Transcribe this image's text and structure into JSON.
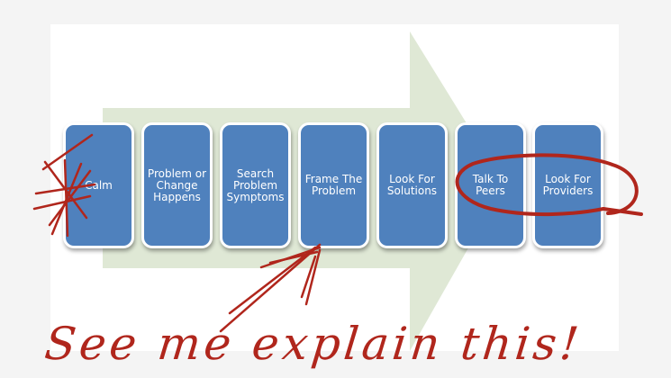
{
  "diagram": {
    "steps": [
      {
        "label": "Calm"
      },
      {
        "label": "Problem or\nChange\nHappens"
      },
      {
        "label": "Search\nProblem\nSymptoms"
      },
      {
        "label": "Frame The\nProblem"
      },
      {
        "label": "Look For\nSolutions"
      },
      {
        "label": "Talk To\nPeers"
      },
      {
        "label": "Look For\nProviders"
      }
    ],
    "arrow_color": "#dfe8d5",
    "box_color": "#4f81bd"
  },
  "annotation": {
    "handwriting": "See me explain this!",
    "ink_color": "#b0261c"
  }
}
